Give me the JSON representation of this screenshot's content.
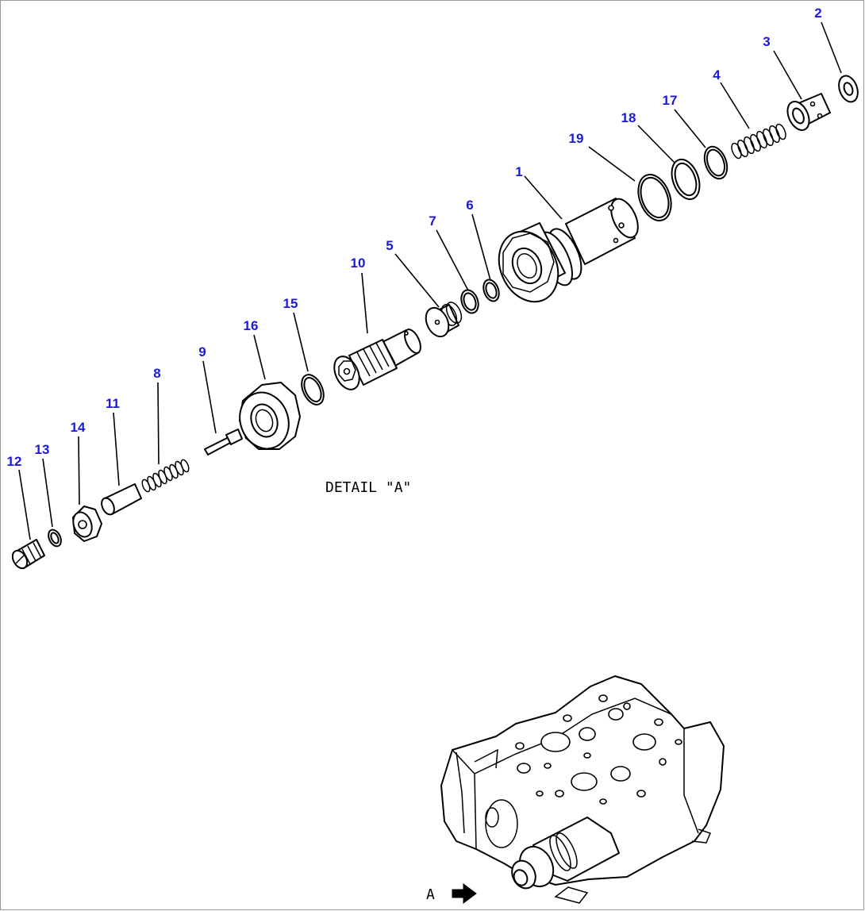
{
  "detail_label": "DETAIL \"A\"",
  "view_marker": "A",
  "callouts": [
    {
      "id": "c1",
      "text": "1"
    },
    {
      "id": "c2",
      "text": "2"
    },
    {
      "id": "c3",
      "text": "3"
    },
    {
      "id": "c4",
      "text": "4"
    },
    {
      "id": "c5",
      "text": "5"
    },
    {
      "id": "c6",
      "text": "6"
    },
    {
      "id": "c7",
      "text": "7"
    },
    {
      "id": "c8",
      "text": "8"
    },
    {
      "id": "c9",
      "text": "9"
    },
    {
      "id": "c10",
      "text": "10"
    },
    {
      "id": "c11",
      "text": "11"
    },
    {
      "id": "c12",
      "text": "12"
    },
    {
      "id": "c13",
      "text": "13"
    },
    {
      "id": "c14",
      "text": "14"
    },
    {
      "id": "c15",
      "text": "15"
    },
    {
      "id": "c16",
      "text": "16"
    },
    {
      "id": "c17",
      "text": "17"
    },
    {
      "id": "c18",
      "text": "18"
    },
    {
      "id": "c19",
      "text": "19"
    }
  ],
  "colors": {
    "callout": "#1a1ad6",
    "line": "#000000",
    "background": "#ffffff"
  }
}
